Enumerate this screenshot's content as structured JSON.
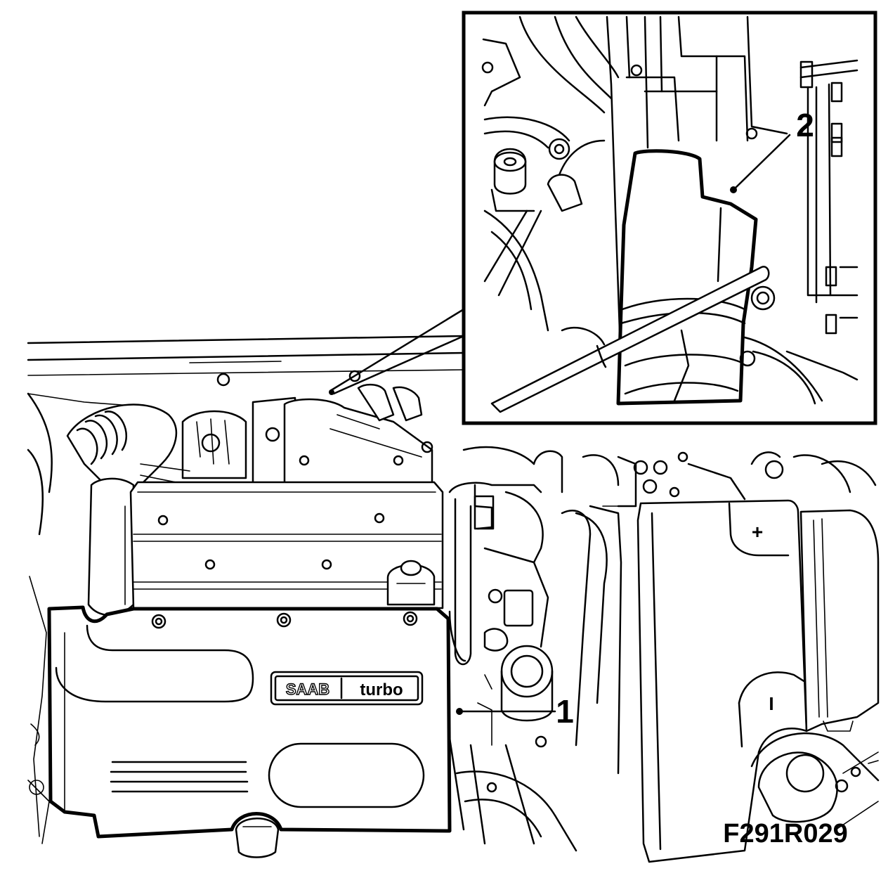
{
  "figure": {
    "callouts": [
      {
        "label": "1"
      },
      {
        "label": "2"
      }
    ],
    "emblem": {
      "brand": "SAAB",
      "model": "turbo"
    },
    "battery_marks": {
      "positive": "+",
      "negative": "I"
    },
    "figure_code": "F291R029"
  }
}
